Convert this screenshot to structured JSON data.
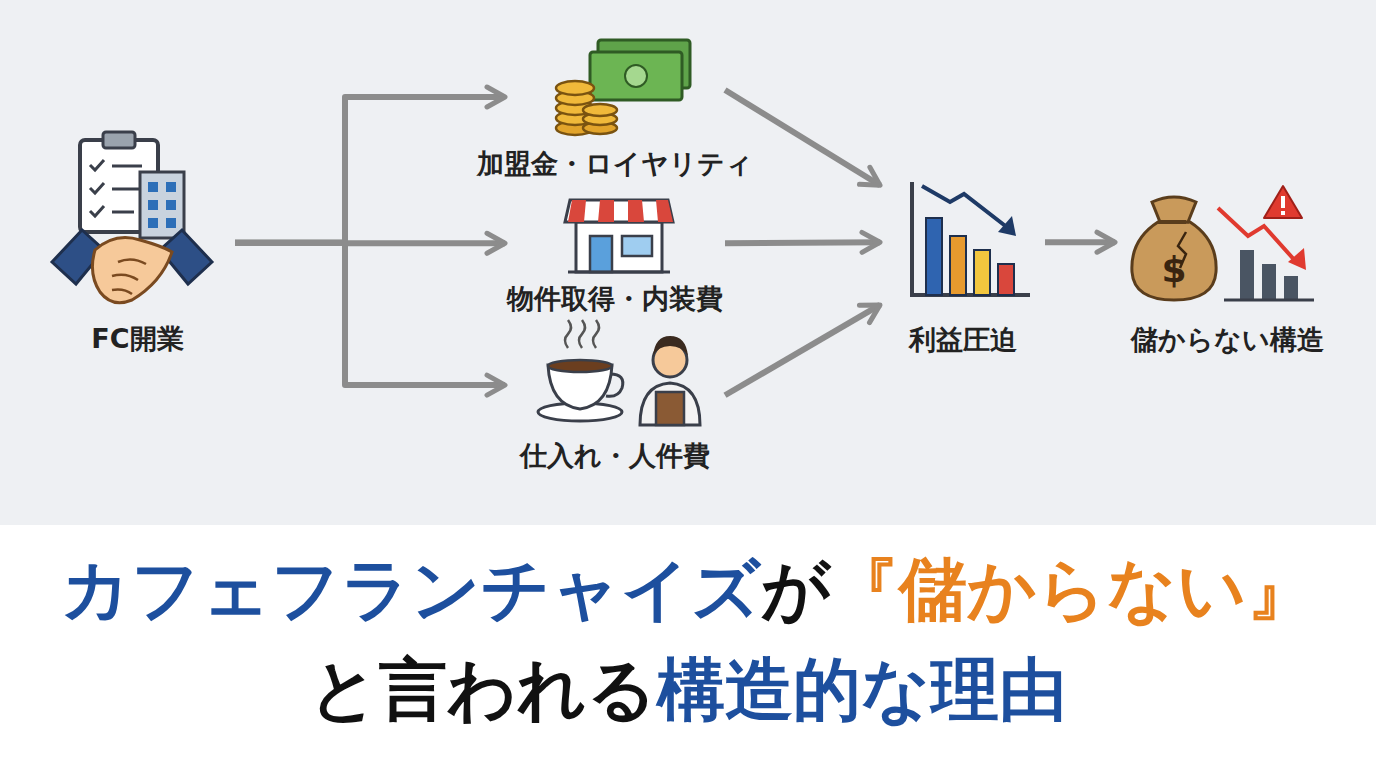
{
  "diagram": {
    "title": "カフェフランチャイズが『儲からない』 と言われる構造的な理由",
    "nodes": [
      {
        "text": [
          "FC開業"
        ]
      },
      {
        "text": [
          "加盟金・ロイヤリティ"
        ]
      },
      {
        "text": [
          "物件取得・内装費"
        ]
      },
      {
        "text": [
          "仕入れ・人件費"
        ]
      },
      {
        "text": [
          "利益圧迫"
        ]
      },
      {
        "text": [
          "儲からない構造"
        ]
      }
    ],
    "edges": [
      {
        "from": 0,
        "to": 1,
        "arrow": "to"
      },
      {
        "from": 0,
        "to": 2,
        "arrow": "to"
      },
      {
        "from": 0,
        "to": 3,
        "arrow": "to"
      },
      {
        "from": 1,
        "to": 4,
        "arrow": "to"
      },
      {
        "from": 2,
        "to": 4,
        "arrow": "to"
      },
      {
        "from": 3,
        "to": 4,
        "arrow": "to"
      },
      {
        "from": 4,
        "to": 5,
        "arrow": "to"
      }
    ]
  }
}
